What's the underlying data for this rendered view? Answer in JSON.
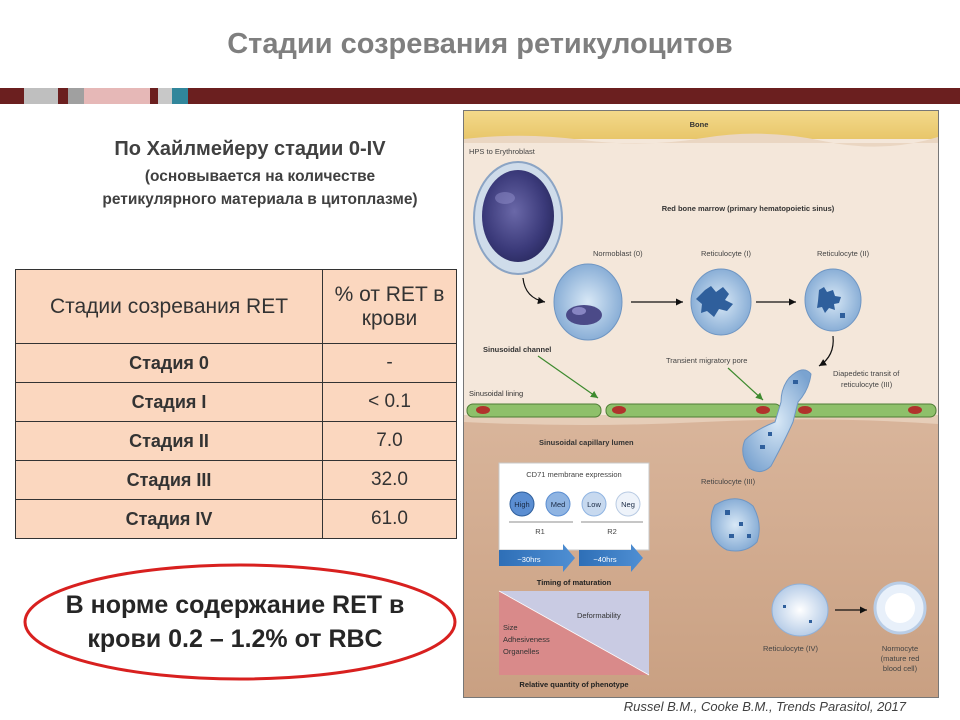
{
  "slide": {
    "title": "Стадии созревания ретикулоцитов",
    "subtitle": "По Хайлмейеру стадии 0-IV",
    "subtitle_note_line1": "(основывается на количестве",
    "subtitle_note_line2": "ретикулярного материала в цитоплазме)",
    "normal_line1": "В норме содержание RET в",
    "normal_line2": "крови 0.2 – 1.2% от RBC",
    "citation": "Russel B.M., Cooke B.M., Trends Parasitol, 2017"
  },
  "table": {
    "header_stage": "Стадии  созревания RET",
    "header_pct_line1": "% от RET в",
    "header_pct_line2": "крови",
    "rows": [
      {
        "stage": "Стадия 0",
        "value": "-"
      },
      {
        "stage": "Стадия I",
        "value": "< 0.1"
      },
      {
        "stage": "Стадия II",
        "value": "7.0"
      },
      {
        "stage": "Стадия III",
        "value": "32.0"
      },
      {
        "stage": "Стадия IV",
        "value": "61.0"
      }
    ]
  },
  "figure": {
    "bone": "Bone",
    "hps": "HPS to Erythroblast",
    "red_marrow": "Red bone marrow (primary hematopoietic sinus)",
    "normoblast": "Normoblast (0)",
    "retic1": "Reticulocyte (I)",
    "retic2": "Reticulocyte (II)",
    "sinusoidal_channel": "Sinusoidal channel",
    "migratory_pore": "Transient migratory pore",
    "diapedetic1": "Diapedetic transit of",
    "diapedetic2": "reticulocyte (III)",
    "sinusoidal_lining": "Sinusoidal lining",
    "capillary_lumen": "Sinusoidal capillary lumen",
    "cd71": "CD71 membrane expression",
    "high": "High",
    "med": "Med",
    "low": "Low",
    "neg": "Neg",
    "r1": "R1",
    "r2": "R2",
    "t1": "~30hrs",
    "t2": "~40hrs",
    "timing": "Timing of maturation",
    "retic3": "Reticulocyte (III)",
    "deformability": "Deformability",
    "size": "Size",
    "adhesiveness": "Adhesiveness",
    "organelles": "Organelles",
    "relative": "Relative quantity of phenotype",
    "retic4": "Reticulocyte (IV)",
    "normocyte1": "Normocyte",
    "normocyte2": "(mature red",
    "normocyte3": "blood cell)"
  },
  "colors": {
    "stripe_dark": "#6b1f1f",
    "table_fill": "#fbd7bf",
    "ellipse": "#d8201f",
    "marrow": "#f4e7da",
    "lumen": "#c9a082"
  }
}
